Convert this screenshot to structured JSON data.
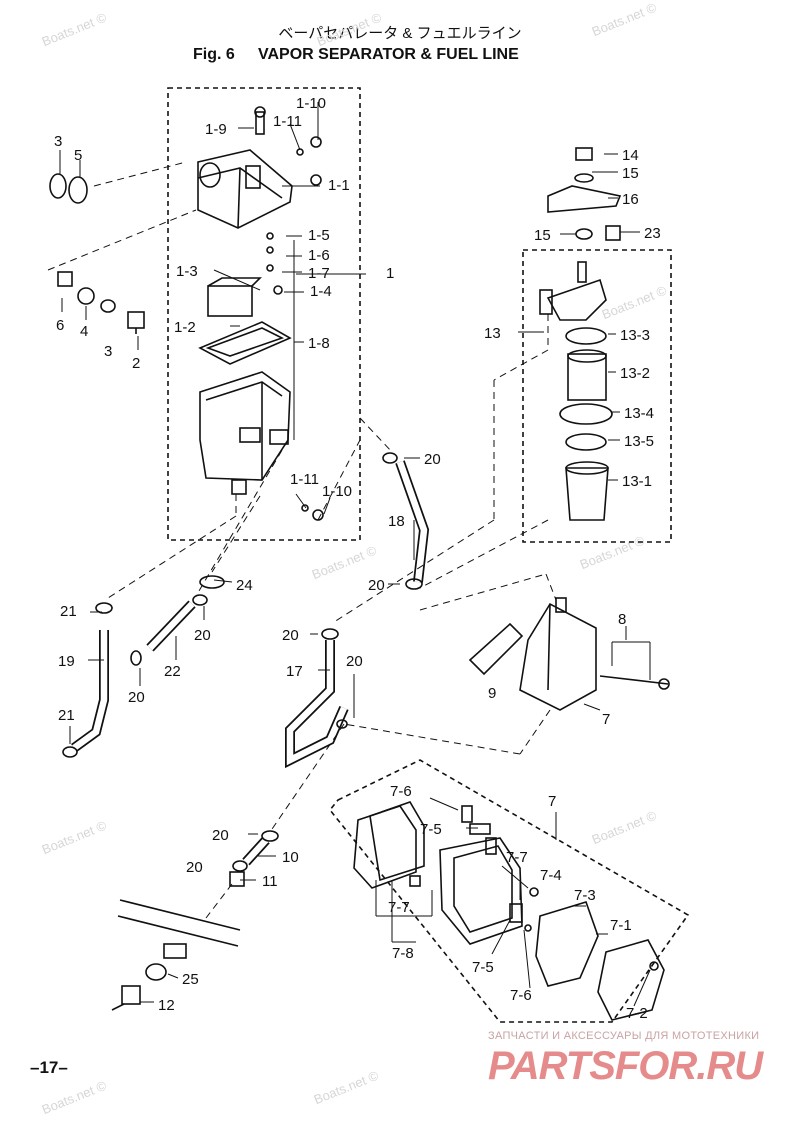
{
  "header": {
    "title_jp": "ベーパセパレータ & フュエルライン",
    "fig_label": "Fig. 6",
    "title_en": "VAPOR SEPARATOR & FUEL LINE"
  },
  "watermark": "Boats.net ©",
  "footer": {
    "page_number": "–17–",
    "brand_tagline": "ЗАПЧАСТИ И АКСЕССУАРЫ ДЛЯ МОТОТЕХНИКИ",
    "brand_logo": "PARTSFOR.RU"
  },
  "callouts": [
    "1-10",
    "1-11",
    "1-9",
    "1-1",
    "1-5",
    "1-6",
    "1-3",
    "1-7",
    "1-4",
    "1",
    "1-2",
    "1-8",
    "3",
    "5",
    "6",
    "4",
    "3",
    "2",
    "14",
    "15",
    "16",
    "15",
    "23",
    "13",
    "13-3",
    "13-2",
    "13-4",
    "13-5",
    "13-1",
    "20",
    "1-11",
    "1-10",
    "18",
    "24",
    "21",
    "20",
    "19",
    "22",
    "20",
    "21",
    "20",
    "20",
    "17",
    "20",
    "8",
    "9",
    "7",
    "7",
    "7-6",
    "7-5",
    "7-7",
    "7-4",
    "7-3",
    "7-1",
    "7-7",
    "7-8",
    "7-5",
    "7-6",
    "7-2",
    "20",
    "10",
    "20",
    "11",
    "25",
    "12"
  ]
}
